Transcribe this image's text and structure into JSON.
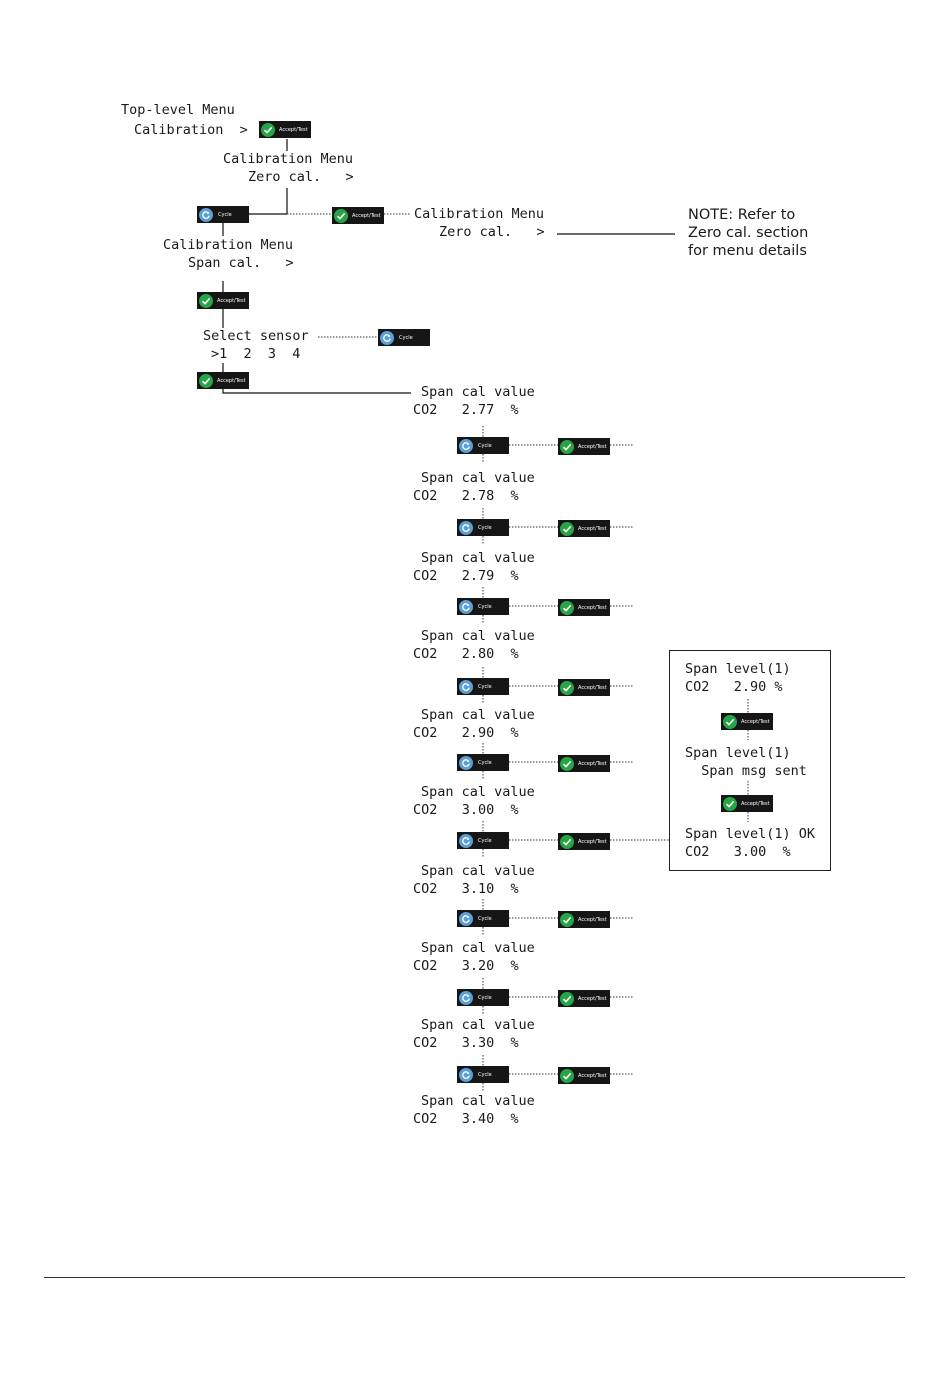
{
  "buttons": {
    "accept_label": "Accept/Test",
    "cycle_label": "Cycle"
  },
  "top_menu": {
    "line1": "Top-level Menu",
    "line2": "Calibration  >"
  },
  "calibration_zero": {
    "line1": "Calibration Menu",
    "line2": "Zero cal.   >"
  },
  "zero_branch": {
    "line1": "Calibration Menu",
    "line2": "Zero cal.   >"
  },
  "note": {
    "lines": [
      "NOTE: Refer to",
      "Zero cal. section",
      "for menu details"
    ]
  },
  "calibration_span": {
    "line1": "Calibration Menu",
    "line2": "Span cal.   >"
  },
  "select_sensor": {
    "line1": "Select sensor",
    "line2": ">1  2  3  4"
  },
  "span_value_title": "Span cal value",
  "span_values": [
    "CO2   2.77  %",
    "CO2   2.78  %",
    "CO2   2.79  %",
    "CO2   2.80  %",
    "CO2   2.90  %",
    "CO2   3.00  %",
    "CO2   3.10  %",
    "CO2   3.20  %",
    "CO2   3.30  %",
    "CO2   3.40  %"
  ],
  "span_level_box": {
    "step1_line1": "Span level(1)",
    "step1_line2": "CO2   2.90 %",
    "step2_line1": "Span level(1)",
    "step2_line2": "  Span msg sent",
    "step3_line1": "Span level(1) OK",
    "step3_line2": "CO2   3.00  %"
  },
  "colors": {
    "accept_icon": "#27a546",
    "cycle_icon": "#5b9fd6",
    "button_body": "#161616"
  },
  "icons": {
    "accept": "checkmark-icon",
    "cycle": "refresh-icon"
  }
}
